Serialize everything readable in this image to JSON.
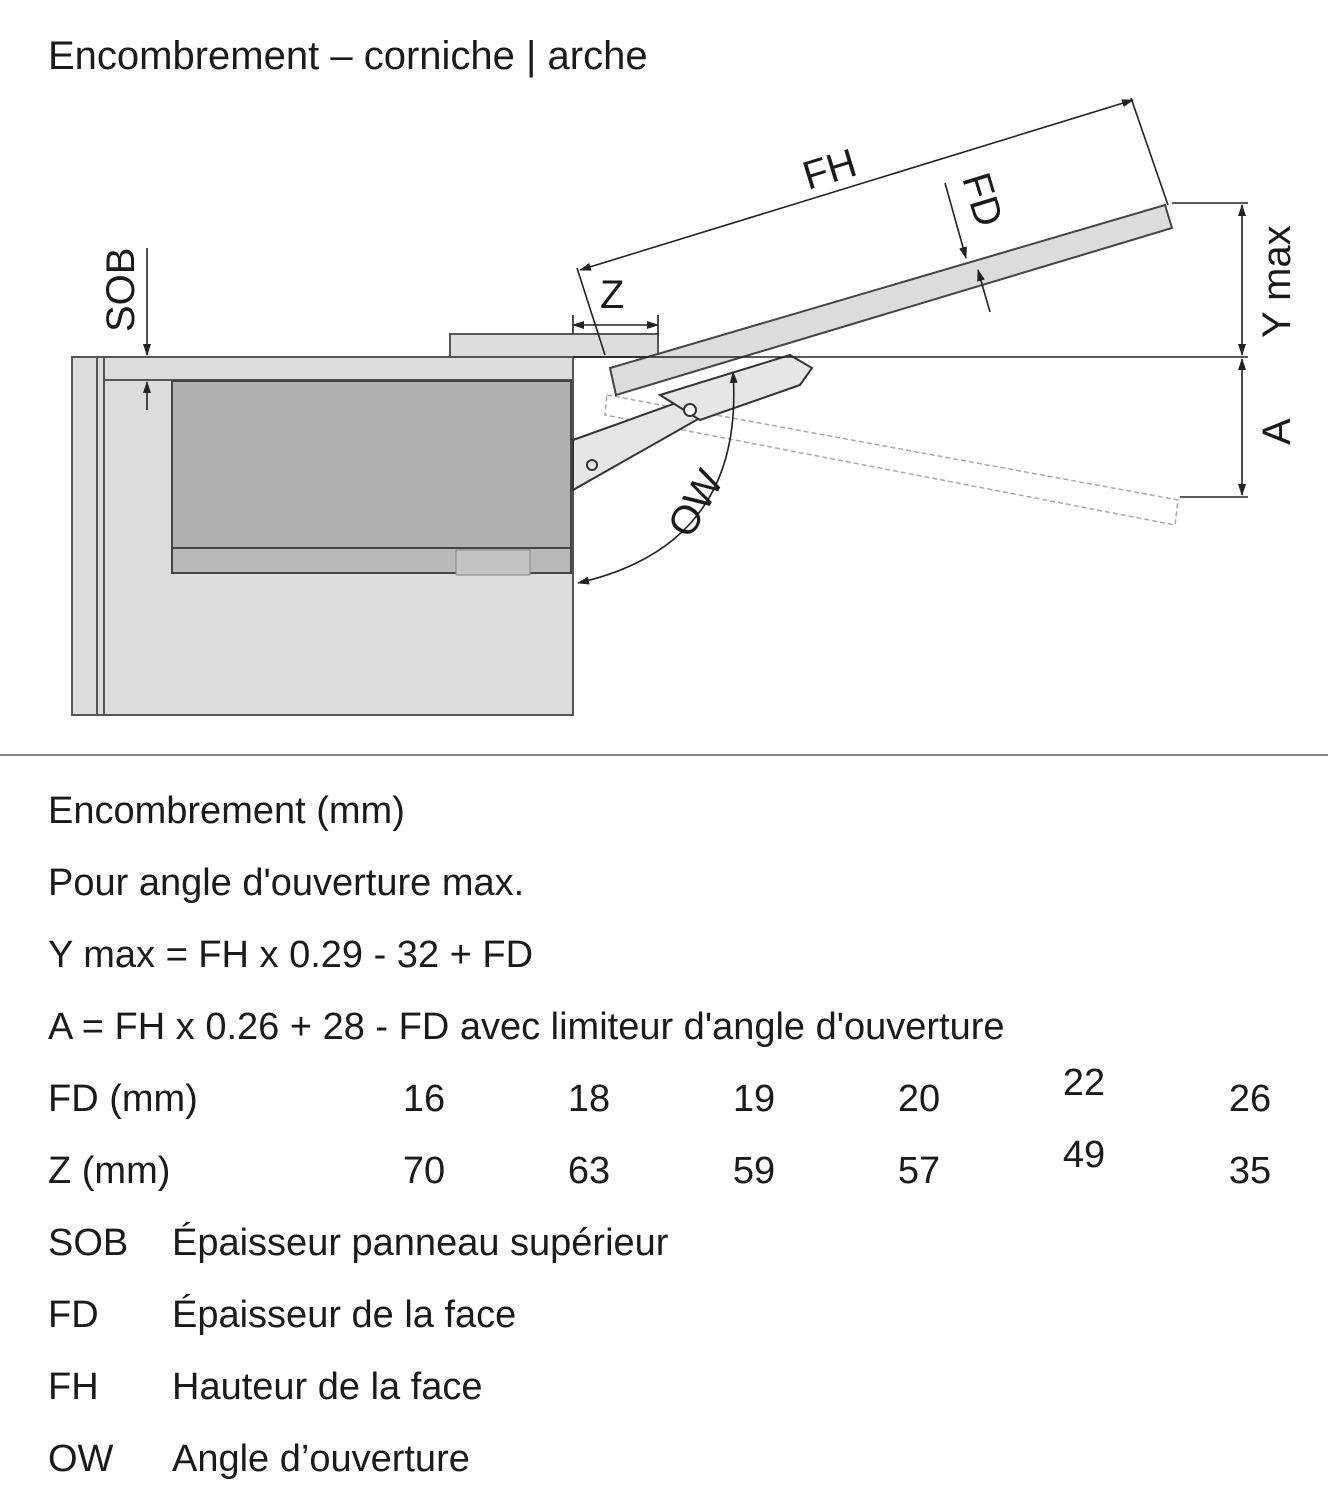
{
  "title": "Encombrement – corniche | arche",
  "diagram": {
    "labels": {
      "fh": "FH",
      "fd": "FD",
      "z": "Z",
      "sob": "SOB",
      "ymax": "Y max",
      "a": "A",
      "ow": "OW"
    }
  },
  "info": {
    "heading": "Encombrement (mm)",
    "note": "Pour angle d'ouverture max.",
    "formula_y": "Y max = FH x 0.29 - 32 + FD",
    "formula_a": "A = FH x 0.26 + 28 - FD avec limiteur d'angle d'ouverture"
  },
  "table": {
    "rows": [
      {
        "label": "FD (mm)",
        "values": [
          "16",
          "18",
          "19",
          "20",
          "22",
          "26"
        ]
      },
      {
        "label": "Z (mm)",
        "values": [
          "70",
          "63",
          "59",
          "57",
          "49",
          "35"
        ]
      }
    ]
  },
  "legend": [
    {
      "abbr": "SOB",
      "desc": "Épaisseur panneau supérieur"
    },
    {
      "abbr": "FD",
      "desc": "Épaisseur de la face"
    },
    {
      "abbr": "FH",
      "desc": "Hauteur de la face"
    },
    {
      "abbr": "OW",
      "desc": "Angle d’ouverture"
    }
  ]
}
